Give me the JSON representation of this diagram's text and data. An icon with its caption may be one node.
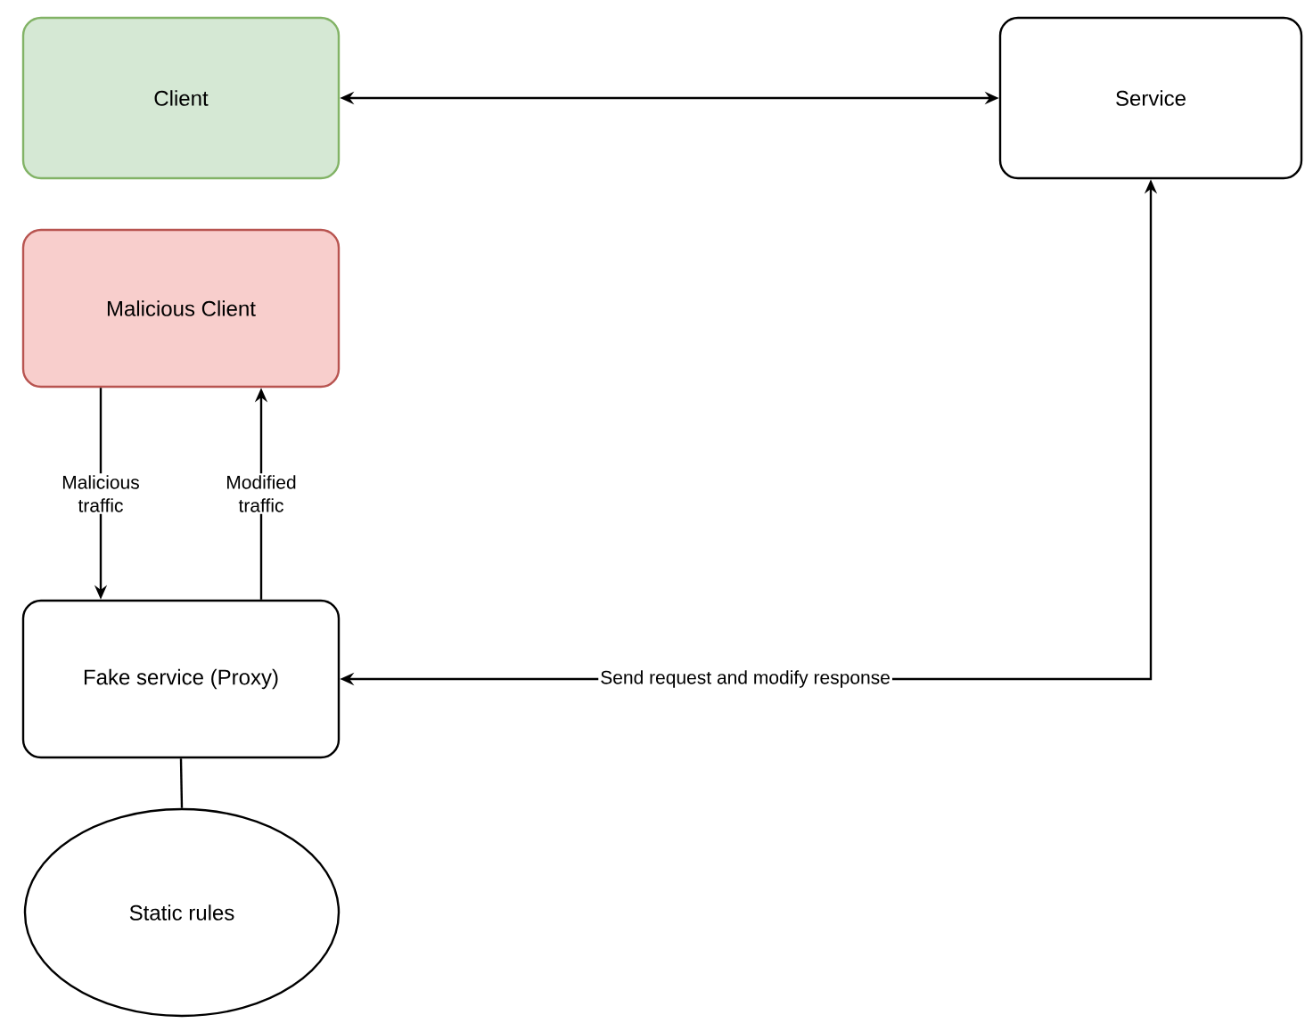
{
  "diagram": {
    "nodes": [
      {
        "text": [
          "Client"
        ]
      },
      {
        "text": [
          "Service"
        ]
      },
      {
        "text": [
          "Malicious Client"
        ]
      },
      {
        "text": [
          "Fake service (Proxy)"
        ]
      },
      {
        "text": [
          "Static rules"
        ]
      }
    ],
    "edges": [
      {
        "from": 0,
        "to": 1,
        "arrow": "both"
      },
      {
        "from": 2,
        "to": 3,
        "arrow": "to",
        "label": "Malicious traffic"
      },
      {
        "from": 3,
        "to": 2,
        "arrow": "to",
        "label": "Modified traffic"
      },
      {
        "from": 1,
        "to": 3,
        "arrow": "both",
        "label": "Send request and modify response"
      },
      {
        "from": 3,
        "to": 4,
        "arrow": "none"
      }
    ]
  }
}
